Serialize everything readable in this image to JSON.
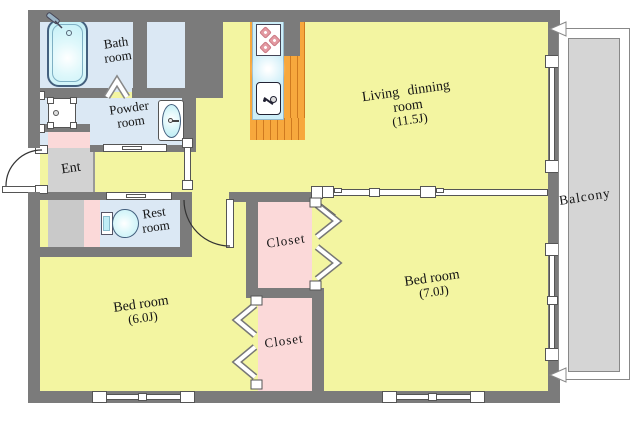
{
  "plan_title": "apartment-floor-plan",
  "rooms": {
    "bath": {
      "line1": "Bath",
      "line2": "room"
    },
    "powder": {
      "line1": "Powder",
      "line2": "room"
    },
    "ent": {
      "label": "Ent"
    },
    "rest": {
      "line1": "Rest",
      "line2": "room"
    },
    "living": {
      "line1": "Living dinning",
      "line2": "room",
      "line3": "(11.5J)"
    },
    "bed6": {
      "line1": "Bed room",
      "line2": "(6.0J)"
    },
    "bed7": {
      "line1": "Bed room",
      "line2": "(7.0J)"
    },
    "closet_upper": {
      "label": "Closet"
    },
    "closet_lower": {
      "label": "Closet"
    },
    "balcony": {
      "label": "Balcony"
    }
  },
  "colors": {
    "wall_gray": "#7b7b7b",
    "room_yellow": "#f3f5a1",
    "wet_room_blue": "#dbe8f4",
    "closet_pink": "#fbd9d9",
    "entrance_gray": "#d2d2d2",
    "storage_gray": "#c9c9c9",
    "balcony_gray": "#d5d5d5",
    "kitchen_floor_orange": "#f7a83d",
    "fixture_cyan": "#c2f0f4"
  }
}
